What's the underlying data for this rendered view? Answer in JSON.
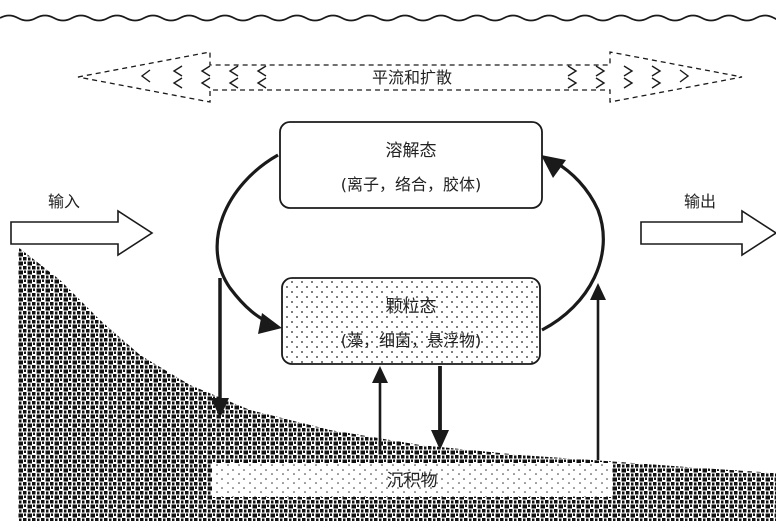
{
  "labels": {
    "advection": "平流和扩散",
    "dissolved_title": "溶解态",
    "dissolved_sub": "(离子，络合，胶体)",
    "particulate_title": "颗粒态",
    "particulate_sub": "(藻，细菌，悬浮物)",
    "input": "输入",
    "output": "输出",
    "sediment": "沉积物"
  },
  "colors": {
    "stroke": "#1a1a1a",
    "background": "#ffffff",
    "sediment_dots": "#111111"
  }
}
